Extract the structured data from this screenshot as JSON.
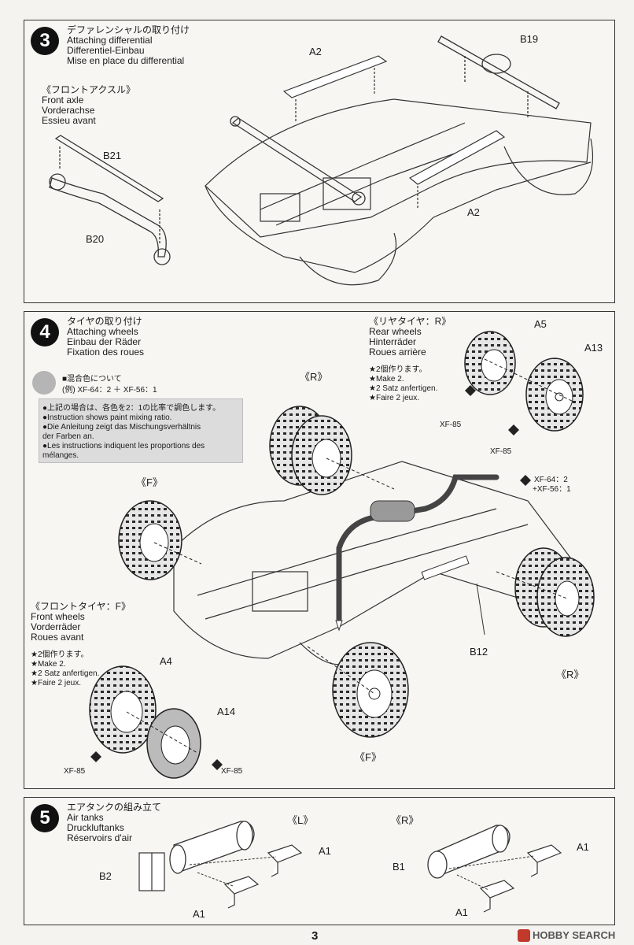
{
  "step3": {
    "number": "3",
    "title_jp": "デファレンシャルの取り付け",
    "title_en": "Attaching differential",
    "title_de": "Differentiel-Einbau",
    "title_fr": "Mise en place du differential",
    "sub_jp": "《フロントアクスル》",
    "sub_en": "Front axle",
    "sub_de": "Vorderachse",
    "sub_fr": "Essieu avant",
    "labels": {
      "b21": "B21",
      "b20": "B20",
      "a2_top": "A2",
      "b19": "B19",
      "a2_bottom": "A2"
    }
  },
  "step4": {
    "number": "4",
    "title_jp": "タイヤの取り付け",
    "title_en": "Attaching wheels",
    "title_de": "Einbau der Räder",
    "title_fr": "Fixation des roues",
    "note": {
      "head": "■混合色について",
      "example": "(例) XF-64：2 ＋ XF-56：1",
      "line1": "●上記の場合は、各色を2：1の比率で調色します。",
      "line2": "●Instruction shows paint mixing ratio.",
      "line3": "●Die Anleitung zeigt das Mischungsverhältnis",
      "line4": "der Farben an.",
      "line5": "●Les instructions indiquent les proportions des",
      "line6": "mélanges."
    },
    "rear": {
      "head_jp": "《リヤタイヤ：R》",
      "en": "Rear wheels",
      "de": "Hinterräder",
      "fr": "Roues arrière",
      "make_jp": "★2個作ります。",
      "make_en": "★Make 2.",
      "make_de": "★2 Satz anfertigen.",
      "make_fr": "★Faire 2 jeux."
    },
    "front": {
      "head_jp": "《フロントタイヤ：F》",
      "en": "Front wheels",
      "de": "Vorderräder",
      "fr": "Roues avant",
      "make_jp": "★2個作ります。",
      "make_en": "★Make 2.",
      "make_de": "★2 Satz anfertigen.",
      "make_fr": "★Faire 2 jeux."
    },
    "labels": {
      "a5": "A5",
      "a13": "A13",
      "xf85_rear1": "XF-85",
      "xf85_rear2": "XF-85",
      "r_top": "《R》",
      "f_left": "《F》",
      "xf64": "XF-64：2",
      "xf56": "+XF-56：1",
      "b12": "B12",
      "r_right": "《R》",
      "f_bottom": "《F》",
      "a4": "A4",
      "a14": "A14",
      "xf85_front1": "XF-85",
      "xf85_front2": "XF-85"
    }
  },
  "step5": {
    "number": "5",
    "title_jp": "エアタンクの組み立て",
    "title_en": "Air tanks",
    "title_de": "Druckluftanks",
    "title_fr": "Réservoirs d'air",
    "left_tag": "《L》",
    "right_tag": "《R》",
    "labels": {
      "b2": "B2",
      "a1_l1": "A1",
      "a1_l2": "A1",
      "b1": "B1",
      "a1_r1": "A1",
      "a1_r2": "A1"
    }
  },
  "page_number": "3",
  "watermark": "HOBBY SEARCH"
}
